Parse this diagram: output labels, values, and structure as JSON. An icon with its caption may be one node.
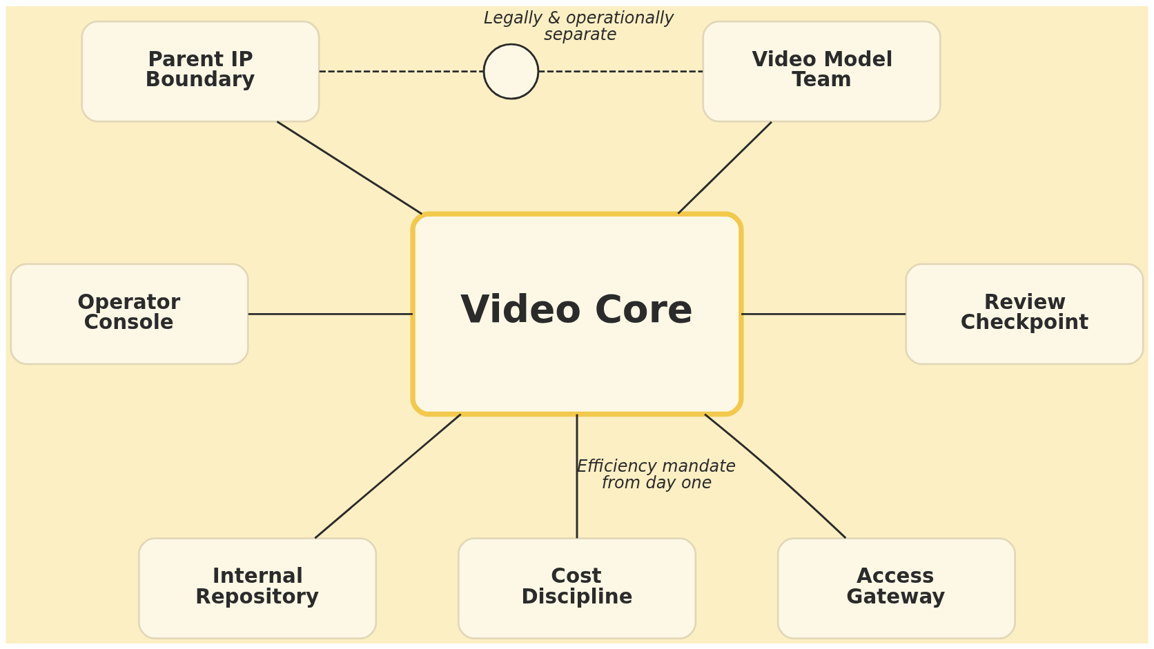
{
  "diagram": {
    "nodes": [
      {
        "text": [
          "Video Core"
        ]
      },
      {
        "text": [
          "Parent IP Boundary"
        ]
      },
      {
        "text": [
          "Video Model Team"
        ]
      },
      {
        "text": [
          "Operator Console"
        ]
      },
      {
        "text": [
          "Review Checkpoint"
        ]
      },
      {
        "text": [
          "Internal Repository"
        ]
      },
      {
        "text": [
          "Access Gateway"
        ]
      },
      {
        "text": [
          "Cost Discipline"
        ]
      },
      {
        "text": [],
        "shape": "circle",
        "beside": [
          "Legally & operationally separate"
        ]
      }
    ],
    "edges": [
      {
        "from": 1,
        "to": 8,
        "arrow": "none",
        "style": "dashed"
      },
      {
        "from": 8,
        "to": 2,
        "arrow": "none",
        "style": "dashed"
      },
      {
        "from": 1,
        "to": 0,
        "arrow": "none"
      },
      {
        "from": 2,
        "to": 0,
        "arrow": "none"
      },
      {
        "from": 3,
        "to": 0,
        "arrow": "none"
      },
      {
        "from": 0,
        "to": 4,
        "arrow": "none"
      },
      {
        "from": 0,
        "to": 5,
        "arrow": "none"
      },
      {
        "from": 0,
        "to": 6,
        "arrow": "none"
      },
      {
        "from": 0,
        "to": 7,
        "arrow": "none",
        "label": "Efficiency mandate from day one"
      }
    ]
  }
}
